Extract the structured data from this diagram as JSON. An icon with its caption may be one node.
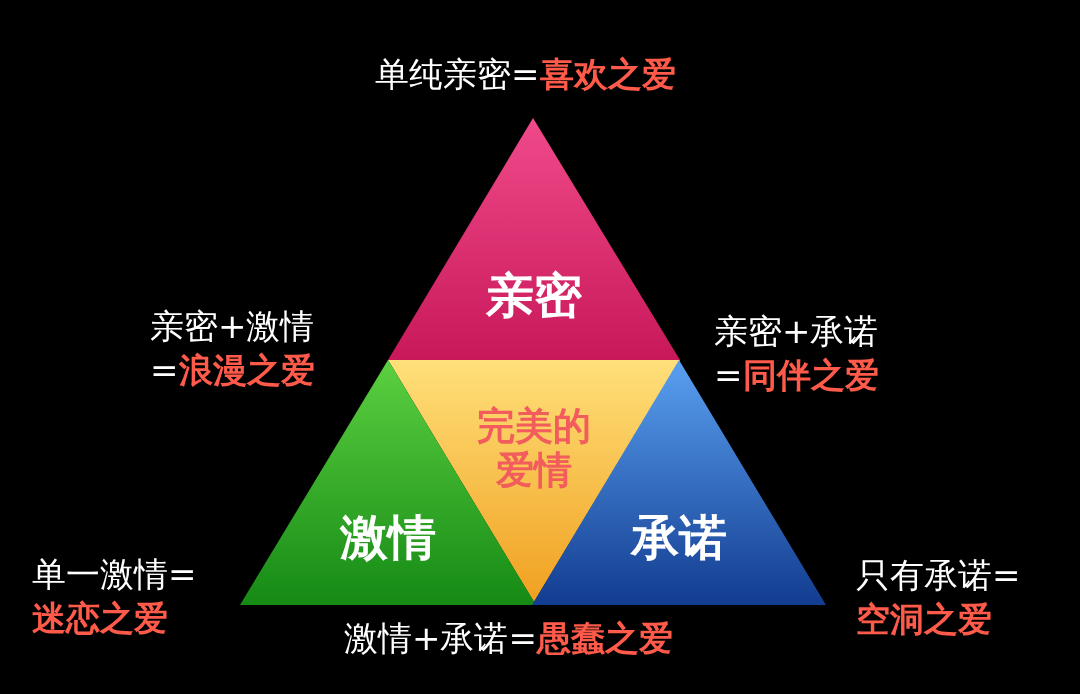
{
  "diagram": {
    "nodes": [
      {
        "text": [
          "亲密"
        ]
      },
      {
        "text": [
          "完美的爱情"
        ]
      },
      {
        "text": [
          "激情"
        ]
      },
      {
        "text": [
          "承诺"
        ]
      }
    ],
    "labels": [
      "单纯亲密=**喜欢之爱**",
      "亲密+激情=**浪漫之爱**",
      "亲密+承诺=**同伴之爱**",
      "单一激情=**迷恋之爱**",
      "只有承诺=**空洞之爱**",
      "激情+承诺=**愚蠢之爱**"
    ]
  }
}
